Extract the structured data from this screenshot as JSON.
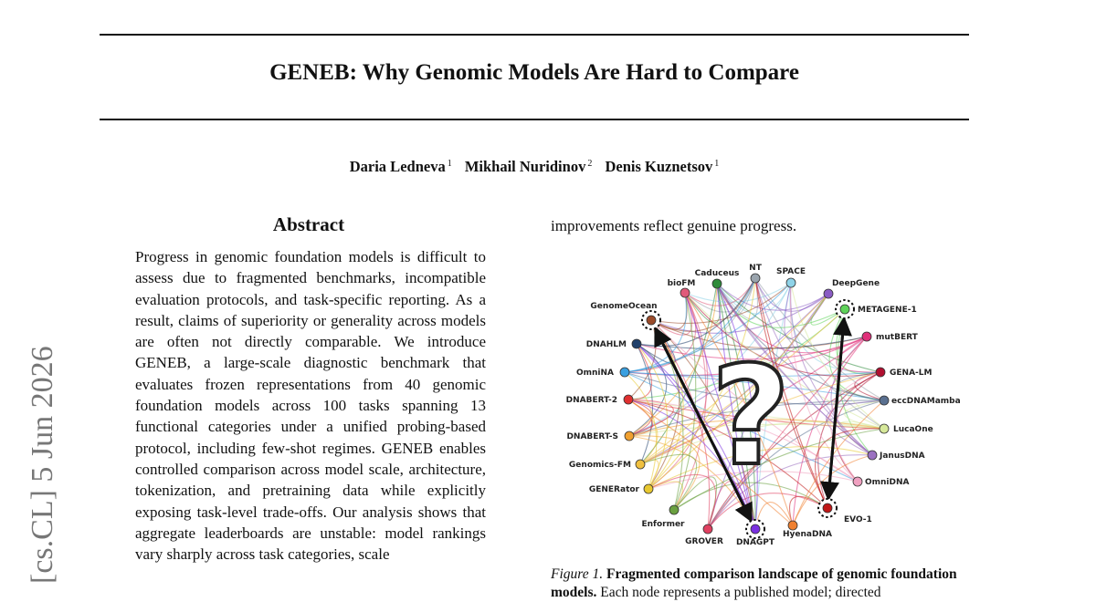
{
  "paper": {
    "title": "GENEB: Why Genomic Models Are Hard to Compare",
    "authors": [
      {
        "name": "Daria Ledneva",
        "affil": "1"
      },
      {
        "name": "Mikhail Nuridinov",
        "affil": "2"
      },
      {
        "name": "Denis Kuznetsov",
        "affil": "1"
      }
    ],
    "arxiv_stamp": "[cs.CL]  5 Jun 2026"
  },
  "abstract": {
    "heading": "Abstract",
    "text": "Progress in genomic foundation models is diffi­cult to assess due to fragmented benchmarks, in­compatible evaluation protocols, and task-specific reporting. As a result, claims of superiority or generality across models are often not directly comparable. We introduce GENEB, a large-scale diagnostic benchmark that evaluates frozen rep­resentations from 40 genomic foundation models across 100 tasks spanning 13 functional categories under a unified probing-based protocol, including few-shot regimes. GENEB enables controlled comparison across model scale, architecture, to­kenization, and pretraining data while explicitly exposing task-level trade-offs. Our analysis shows that aggregate leaderboards are unstable: model rankings vary sharply across task categories, scale"
  },
  "right_column": {
    "top_text": "improvements reflect genuine progress."
  },
  "figure": {
    "caption_label": "Figure 1.",
    "caption_bold": "Fragmented comparison landscape of genomic foun­dation models.",
    "caption_rest": "Each node represents a published model; directed",
    "center_glyph": "?",
    "nodes": [
      {
        "id": "nt",
        "label": "NT",
        "color": "#9aa4ad"
      },
      {
        "id": "caduceus",
        "label": "Caduceus",
        "color": "#2e8b3a"
      },
      {
        "id": "space",
        "label": "SPACE",
        "color": "#8fd3e8"
      },
      {
        "id": "biofm",
        "label": "bioFM",
        "color": "#e05a7a"
      },
      {
        "id": "deepgene",
        "label": "DeepGene",
        "color": "#8a5cc4"
      },
      {
        "id": "genomeocean",
        "label": "GenomeOcean",
        "color": "#9a4b2a"
      },
      {
        "id": "metagene",
        "label": "METAGENE-1",
        "color": "#5fd35a"
      },
      {
        "id": "mutbert",
        "label": "mutBERT",
        "color": "#e0307a"
      },
      {
        "id": "dnahlm",
        "label": "DNAHLM",
        "color": "#20406b"
      },
      {
        "id": "omnina",
        "label": "OmniNA",
        "color": "#3aa0e0"
      },
      {
        "id": "genalm",
        "label": "GENA-LM",
        "color": "#b01030"
      },
      {
        "id": "dnabert2",
        "label": "DNABERT-2",
        "color": "#e03030"
      },
      {
        "id": "eccdna",
        "label": "eccDNAMamba",
        "color": "#5a7090"
      },
      {
        "id": "lucaone",
        "label": "LucaOne",
        "color": "#d6e89a"
      },
      {
        "id": "dnaberts",
        "label": "DNABERT-S",
        "color": "#f0a030"
      },
      {
        "id": "janusdna",
        "label": "JanusDNA",
        "color": "#9a70c0"
      },
      {
        "id": "genomicsfm",
        "label": "Genomics-FM",
        "color": "#f0c040"
      },
      {
        "id": "omnidna",
        "label": "OmniDNA",
        "color": "#f0a0c0"
      },
      {
        "id": "generator",
        "label": "GENERator",
        "color": "#e8c830"
      },
      {
        "id": "evo1",
        "label": "EVO-1",
        "color": "#c01818"
      },
      {
        "id": "enformer",
        "label": "Enformer",
        "color": "#6aa040"
      },
      {
        "id": "grover",
        "label": "GROVER",
        "color": "#e04060"
      },
      {
        "id": "dnagpt",
        "label": "DNAGPT",
        "color": "#7a30e0"
      },
      {
        "id": "hyenadna",
        "label": "HyenaDNA",
        "color": "#f08030"
      }
    ],
    "highlighted": [
      "genomeocean",
      "metagene",
      "evo1",
      "dnagpt"
    ],
    "arrows": [
      {
        "from": "genomeocean",
        "to": "dnagpt"
      },
      {
        "from": "dnagpt",
        "to": "genomeocean"
      },
      {
        "from": "metagene",
        "to": "evo1"
      },
      {
        "from": "evo1",
        "to": "metagene"
      }
    ]
  }
}
